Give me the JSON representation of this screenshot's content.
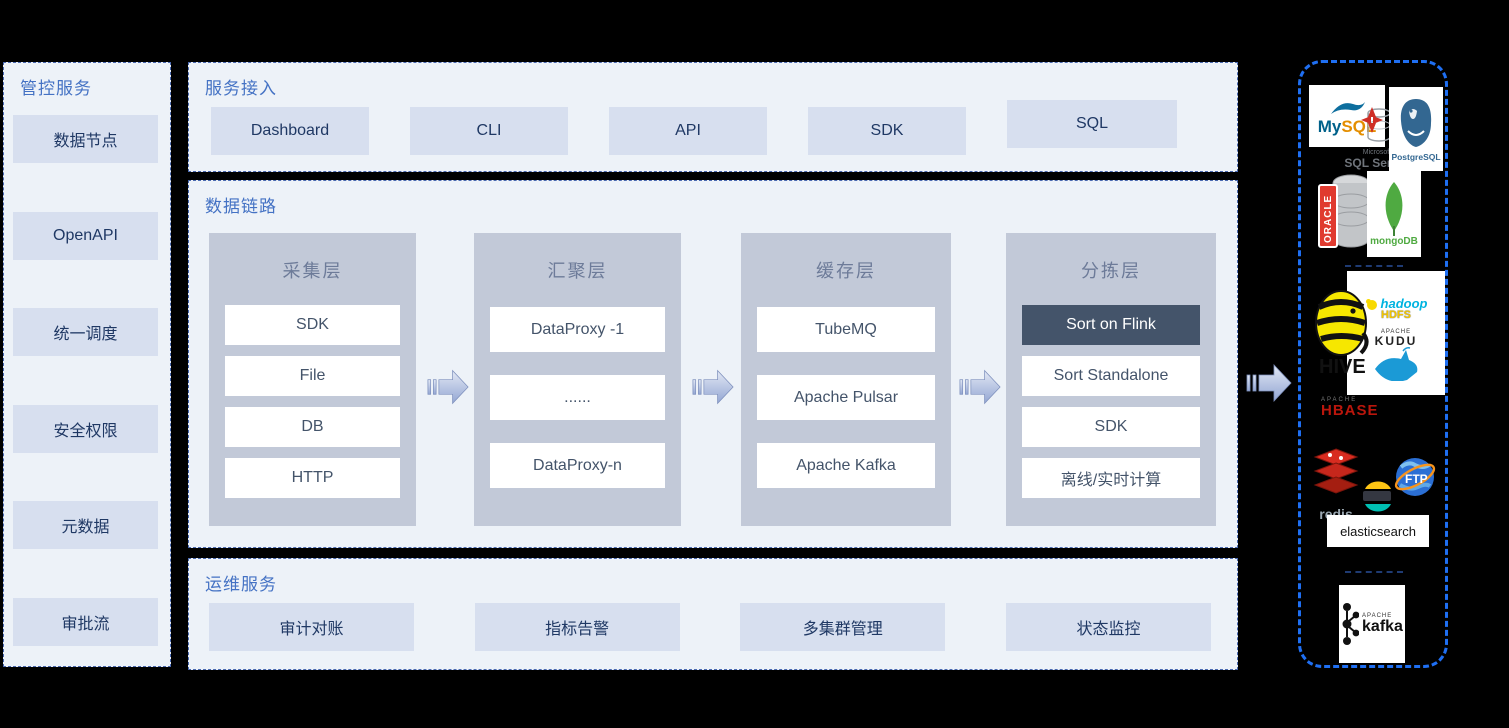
{
  "colors": {
    "accent": "#4472C4",
    "panel_bg": "#EDF2F8",
    "chip_bg": "#D7DFEF",
    "column_bg": "#C2C9D8",
    "highlight_bg": "#44546A",
    "panel_border": "#4A69B0",
    "sink_border": "#1F6FF2"
  },
  "sidebar": {
    "title": "管控服务",
    "items": [
      "数据节点",
      "OpenAPI",
      "统一调度",
      "安全权限",
      "元数据",
      "审批流"
    ]
  },
  "service_access": {
    "title": "服务接入",
    "items": [
      "Dashboard",
      "CLI",
      "API",
      "SDK",
      "SQL"
    ]
  },
  "data_link": {
    "title": "数据链路",
    "columns": [
      {
        "title": "采集层",
        "items": [
          "SDK",
          "File",
          "DB",
          "HTTP"
        ]
      },
      {
        "title": "汇聚层",
        "items": [
          "DataProxy -1",
          "......",
          "DataProxy-n"
        ]
      },
      {
        "title": "缓存层",
        "items": [
          "TubeMQ",
          "Apache Pulsar",
          "Apache Kafka"
        ]
      },
      {
        "title": "分拣层",
        "items": [
          "Sort on Flink",
          "Sort Standalone",
          "SDK",
          "离线/实时计算"
        ],
        "highlight": "Sort on Flink"
      }
    ]
  },
  "ops_services": {
    "title": "运维服务",
    "items": [
      "审计对账",
      "指标告警",
      "多集群管理",
      "状态监控"
    ]
  },
  "sinks": {
    "mysql": {
      "label_my": "My",
      "label_sql": "SQL"
    },
    "sqlserver": {
      "brand": "Microsoft",
      "label": "SQL Server"
    },
    "postgresql": {
      "label": "PostgreSQL"
    },
    "oracle": {
      "label": "ORACLE"
    },
    "mongodb": {
      "label": "mongoDB"
    },
    "hive": {
      "label": "HIVE"
    },
    "hadoop": {
      "label": "hadoop",
      "sub": "HDFS"
    },
    "kudu": {
      "brand": "APACHE",
      "label": "KUDU"
    },
    "hbase": {
      "brand": "APACHE",
      "label": "HBASE"
    },
    "redis": {
      "label": "redis"
    },
    "elasticsearch": {
      "label": "elasticsearch"
    },
    "ftp": {
      "label": "FTP"
    },
    "kafka": {
      "brand": "APACHE",
      "label": "kafka"
    }
  }
}
